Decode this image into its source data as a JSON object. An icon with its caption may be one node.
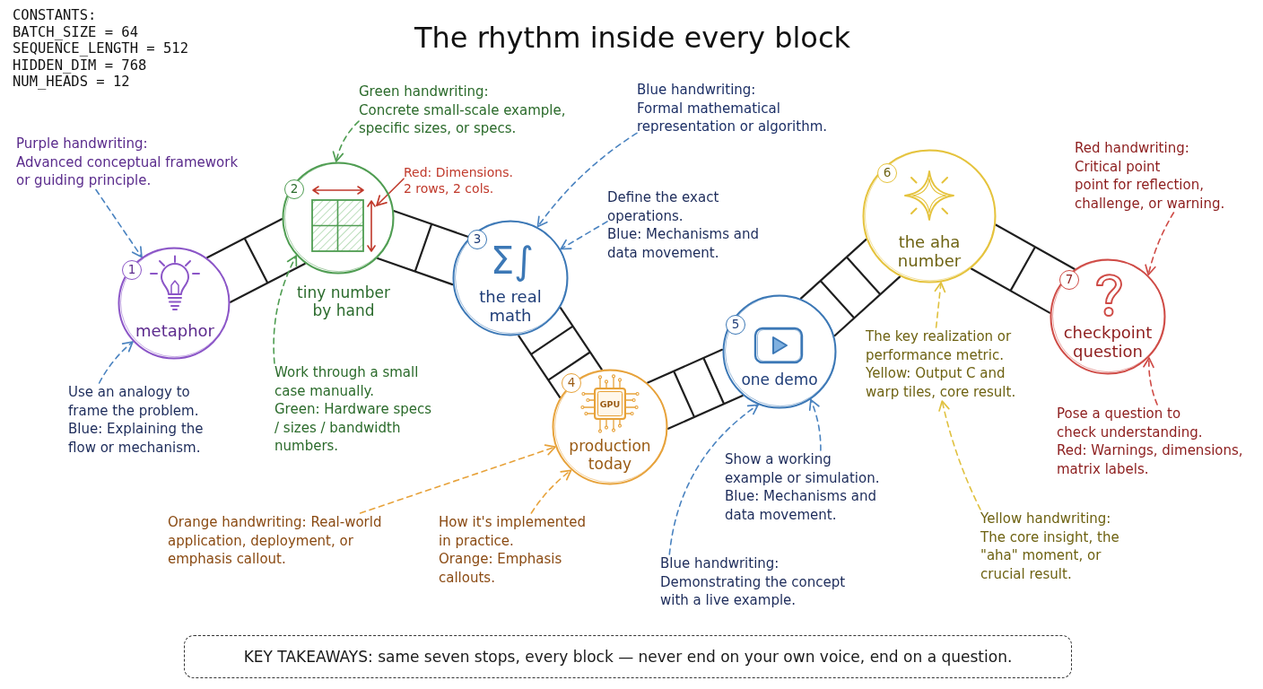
{
  "diagram": {
    "title": "The rhythm inside every block",
    "nodes": [
      {
        "text": [
          "1",
          "metaphor"
        ]
      },
      {
        "text": [
          "2",
          "tiny number by hand"
        ]
      },
      {
        "text": [],
        "shape": "box",
        "in": 1
      },
      {
        "text": [
          "3",
          "Σ∫",
          "the real math"
        ]
      },
      {
        "text": [
          "4",
          "GPU",
          "production today"
        ]
      },
      {
        "text": [
          "5",
          "one demo"
        ]
      },
      {
        "text": [
          "6",
          "the aha number"
        ]
      },
      {
        "text": [
          "7",
          "checkpoint question"
        ]
      },
      {
        "text": [
          "Purple handwriting: Advanced conceptual framework or guiding principle."
        ]
      },
      {
        "text": [
          "Use an analogy to frame the problem. Blue: Explaining the flow or mechanism."
        ]
      },
      {
        "text": [
          "Green handwriting: Concrete small-scale example, specific sizes, or specs."
        ]
      },
      {
        "text": [
          "Red: Dimensions. 2 rows, 2 cols."
        ]
      },
      {
        "text": [
          "Work through a small case manually. Green: Hardware specs / sizes / bandwidth numbers."
        ]
      },
      {
        "text": [
          "Blue handwriting: Formal mathematical representation or algorithm."
        ]
      },
      {
        "text": [
          "Define the exact operations. Blue: Mechanisms and data movement."
        ]
      },
      {
        "text": [
          "Orange handwriting: Real-world application, deployment, or emphasis callout."
        ]
      },
      {
        "text": [
          "How it's implemented in practice. Orange: Emphasis callouts."
        ]
      },
      {
        "text": [
          "Show a working example or simulation. Blue: Mechanisms and data movement."
        ]
      },
      {
        "text": [
          "Blue handwriting: Demonstrating the concept with a live example."
        ]
      },
      {
        "text": [
          "The key realization or performance metric. Yellow: Output C and warp tiles, core result."
        ]
      },
      {
        "text": [
          "Yellow handwriting: The core insight, the \"aha\" moment, or crucial result."
        ]
      },
      {
        "text": [
          "Red handwriting: Critical point point for reflection, challenge, or warning."
        ]
      },
      {
        "text": [
          "Pose a question to check understanding. Red: Warnings, dimensions, matrix labels."
        ]
      },
      {
        "text": [
          "KEY TAKEAWAYS: same seven stops, every block — never end on your own voice, end on a question."
        ]
      }
    ],
    "edges": [
      {
        "from": 0,
        "to": 1,
        "arrow": "none"
      },
      {
        "from": 1,
        "to": 3,
        "arrow": "none"
      },
      {
        "from": 3,
        "to": 4,
        "arrow": "none"
      },
      {
        "from": 4,
        "to": 5,
        "arrow": "none"
      },
      {
        "from": 5,
        "to": 6,
        "arrow": "none"
      },
      {
        "from": 6,
        "to": 7,
        "arrow": "none"
      },
      {
        "from": 8,
        "to": 0,
        "arrow": "to",
        "style": "dashed",
        "color": "#4a83c0"
      },
      {
        "from": 9,
        "to": 0,
        "arrow": "to",
        "style": "dashed",
        "color": "#4a83c0"
      },
      {
        "from": 10,
        "to": 1,
        "arrow": "to",
        "style": "dashed",
        "color": "#4f9d52"
      },
      {
        "from": 11,
        "to": 2,
        "arrow": "to",
        "color": "#c0392b"
      },
      {
        "from": 12,
        "to": 1,
        "arrow": "to",
        "style": "dashed",
        "color": "#4f9d52"
      },
      {
        "from": 13,
        "to": 3,
        "arrow": "to",
        "style": "dashed",
        "color": "#4a83c0"
      },
      {
        "from": 14,
        "to": 3,
        "arrow": "to",
        "style": "dashed",
        "color": "#4a83c0"
      },
      {
        "from": 15,
        "to": 4,
        "arrow": "to",
        "style": "dashed",
        "color": "#e7a23a"
      },
      {
        "from": 16,
        "to": 4,
        "arrow": "to",
        "style": "dashed",
        "color": "#e7a23a"
      },
      {
        "from": 17,
        "to": 5,
        "arrow": "to",
        "style": "dashed",
        "color": "#4a83c0"
      },
      {
        "from": 18,
        "to": 5,
        "arrow": "to",
        "style": "dashed",
        "color": "#4a83c0"
      },
      {
        "from": 19,
        "to": 6,
        "arrow": "to",
        "style": "dashed",
        "color": "#e0c13f"
      },
      {
        "from": 20,
        "to": 19,
        "arrow": "to",
        "style": "dashed",
        "color": "#e0c13f"
      },
      {
        "from": 21,
        "to": 7,
        "arrow": "to",
        "style": "dashed",
        "color": "#cf4b46"
      },
      {
        "from": 22,
        "to": 7,
        "arrow": "to",
        "style": "dashed",
        "color": "#cf4b46"
      }
    ],
    "labels": [
      "CONSTANTS:",
      "BATCH_SIZE = 64",
      "SEQUENCE_LENGTH = 512",
      "HIDDEN_DIM = 768",
      "NUM_HEADS = 12"
    ]
  }
}
